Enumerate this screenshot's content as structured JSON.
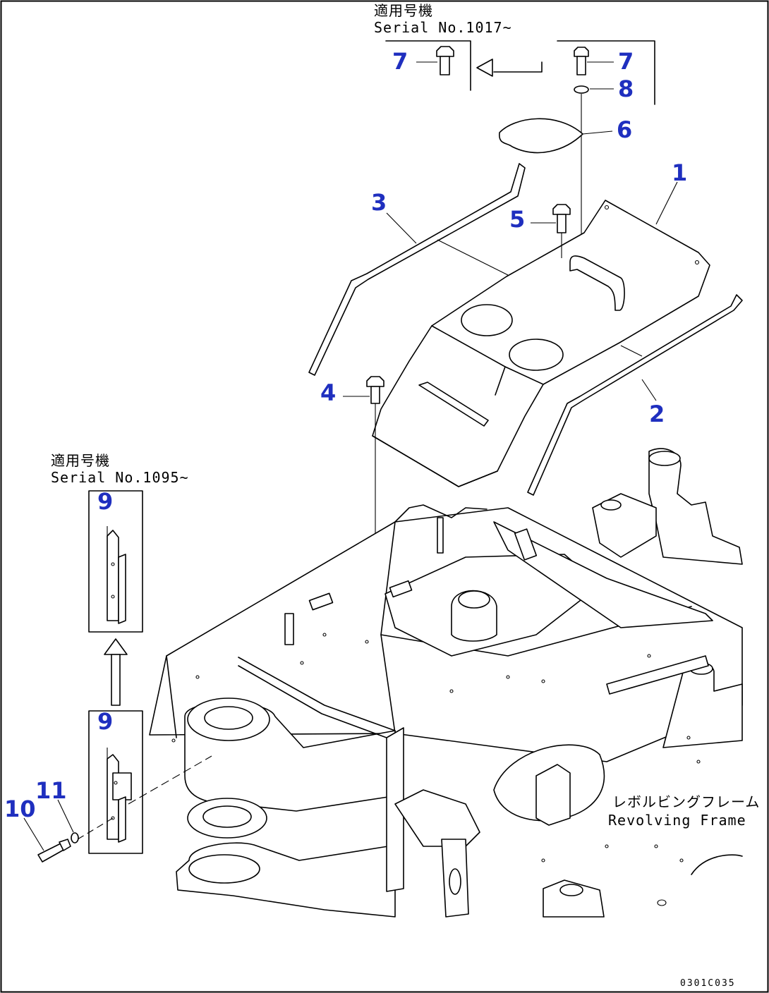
{
  "notes": {
    "top_jp": "適用号機",
    "top_serial": "Serial No.1017~",
    "left_jp": "適用号機",
    "left_serial": "Serial No.1095~",
    "frame_jp": "レボルビングフレーム",
    "frame_en": "Revolving Frame"
  },
  "callouts": {
    "c1": "1",
    "c2": "2",
    "c3": "3",
    "c4": "4",
    "c5": "5",
    "c6": "6",
    "c7a": "7",
    "c7b": "7",
    "c8": "8",
    "c9a": "9",
    "c9b": "9",
    "c10": "10",
    "c11": "11"
  },
  "drawing_code": "0301C035",
  "colors": {
    "callout": "#1f2fbf",
    "line": "#000000",
    "background": "#ffffff"
  }
}
